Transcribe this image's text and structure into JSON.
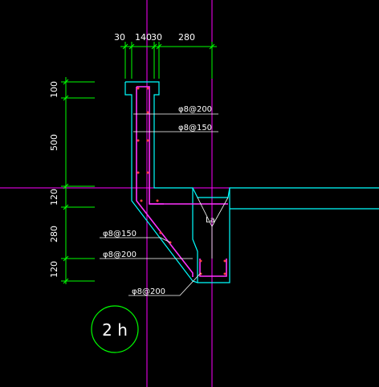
{
  "drawing": {
    "top_dimensions": [
      "30",
      "140",
      "30",
      "280"
    ],
    "left_dimensions": [
      "100",
      "500",
      "120",
      "280",
      "120"
    ],
    "rebar_labels": {
      "upper_1": "φ8@200",
      "upper_2": "φ8@150",
      "lower_1": "φ8@150",
      "lower_2": "φ8@200",
      "bottom": "φ8@200"
    },
    "lae_label": "La",
    "section_mark": "2 h",
    "colors": {
      "background": "#000000",
      "axis": "#ff00ff",
      "concrete": "#00ffff",
      "rebar": "#ff33ff",
      "dimension": "#00ff00",
      "leader": "#ffffff",
      "dot": "#ff4040"
    }
  }
}
